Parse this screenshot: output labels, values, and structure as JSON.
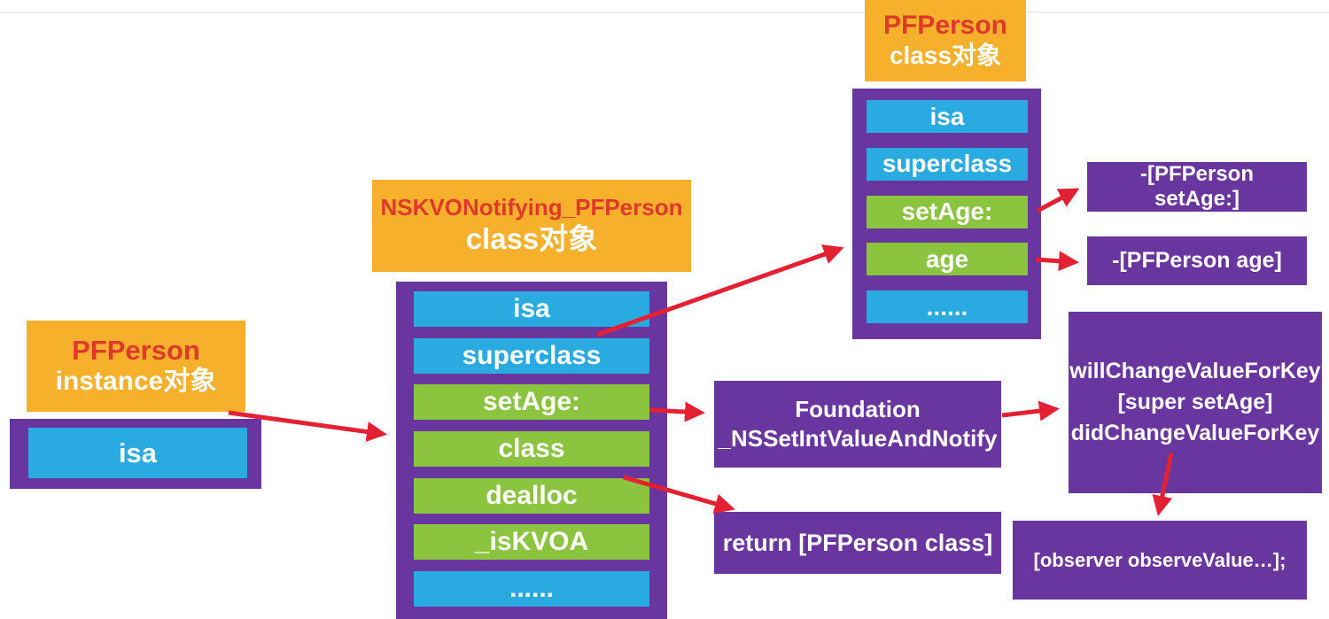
{
  "colors": {
    "orange": "#F6B02C",
    "purple": "#6936A0",
    "blue": "#29ABE2",
    "green": "#8BC53F",
    "title_red": "#E0392B",
    "arrow_red": "#E32133",
    "text_white": "#FFFFFF"
  },
  "boxes": {
    "instance": {
      "title": "PFPerson",
      "subtitle": "instance对象",
      "rows": [
        {
          "label": "isa",
          "type": "blue"
        }
      ]
    },
    "notifying": {
      "title": "NSKVONotifying_PFPerson",
      "subtitle": "class对象",
      "rows": [
        {
          "label": "isa",
          "type": "blue"
        },
        {
          "label": "superclass",
          "type": "blue"
        },
        {
          "label": "setAge:",
          "type": "green"
        },
        {
          "label": "class",
          "type": "green"
        },
        {
          "label": "dealloc",
          "type": "green"
        },
        {
          "label": "_isKVOA",
          "type": "green"
        },
        {
          "label": "......",
          "type": "blue"
        }
      ]
    },
    "person_class": {
      "title": "PFPerson",
      "subtitle": "class对象",
      "rows": [
        {
          "label": "isa",
          "type": "blue"
        },
        {
          "label": "superclass",
          "type": "blue"
        },
        {
          "label": "setAge:",
          "type": "green"
        },
        {
          "label": "age",
          "type": "green"
        },
        {
          "label": "......",
          "type": "blue"
        }
      ]
    },
    "setage_impl": {
      "lines": [
        "-[PFPerson",
        "setAge:]"
      ]
    },
    "age_impl": {
      "lines": [
        "-[PFPerson age]"
      ]
    },
    "foundation": {
      "lines": [
        "Foundation",
        "_NSSetIntValueAndNotify"
      ]
    },
    "willchange": {
      "lines": [
        "willChangeValueForKey",
        "[super setAge]",
        "didChangeValueForKey"
      ]
    },
    "return_class": {
      "lines": [
        "return [PFPerson class]"
      ]
    },
    "observer": {
      "lines": [
        "[observer observeValue…];"
      ]
    }
  }
}
